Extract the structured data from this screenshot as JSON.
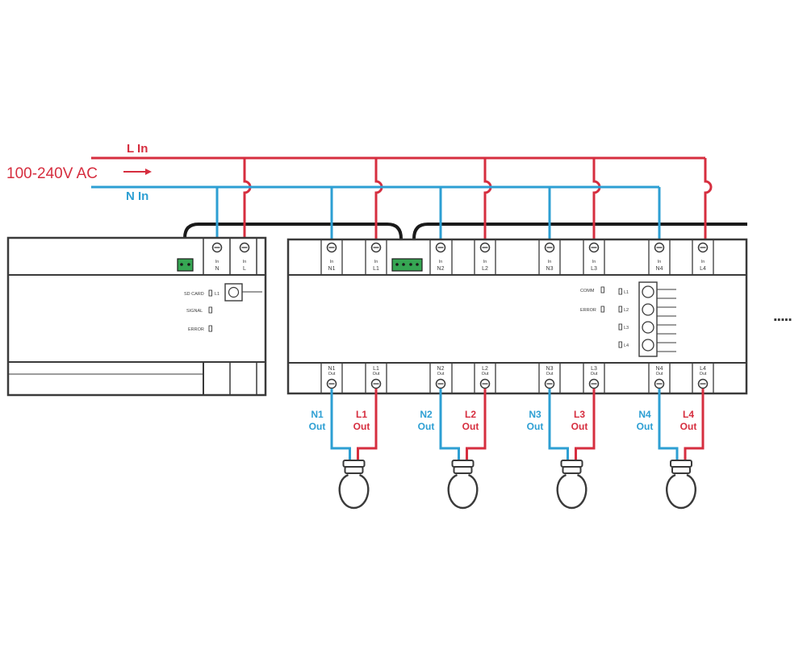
{
  "colors": {
    "live": "#d62e3f",
    "neutral": "#2d9fd3",
    "outline": "#3a3a3a",
    "bus": "#1a1a1a",
    "connector": "#36a653"
  },
  "supply": {
    "voltage_label": "100-240V AC",
    "live_label": "L In",
    "neutral_label": "N In"
  },
  "gateway": {
    "terminals": [
      {
        "top": "In",
        "bottom": "N"
      },
      {
        "top": "In",
        "bottom": "L"
      }
    ],
    "indicators": {
      "sd_card": "SD CARD",
      "l1": "L1",
      "signal": "SIGNAL",
      "error": "ERROR"
    }
  },
  "controller": {
    "indicators": {
      "comm": "COMM",
      "error": "ERROR"
    },
    "channel_leds": [
      "L1",
      "L2",
      "L3",
      "L4"
    ],
    "channels": [
      {
        "in_n": "N1",
        "in_l": "L1",
        "out_n": "N1",
        "out_l": "L1"
      },
      {
        "in_n": "N2",
        "in_l": "L2",
        "out_n": "N2",
        "out_l": "L2"
      },
      {
        "in_n": "N3",
        "in_l": "L3",
        "out_n": "N3",
        "out_l": "L3"
      },
      {
        "in_n": "N4",
        "in_l": "L4",
        "out_n": "N4",
        "out_l": "L4"
      }
    ],
    "in_prefix": "In",
    "out_suffix": "Out"
  },
  "continuation": "....."
}
